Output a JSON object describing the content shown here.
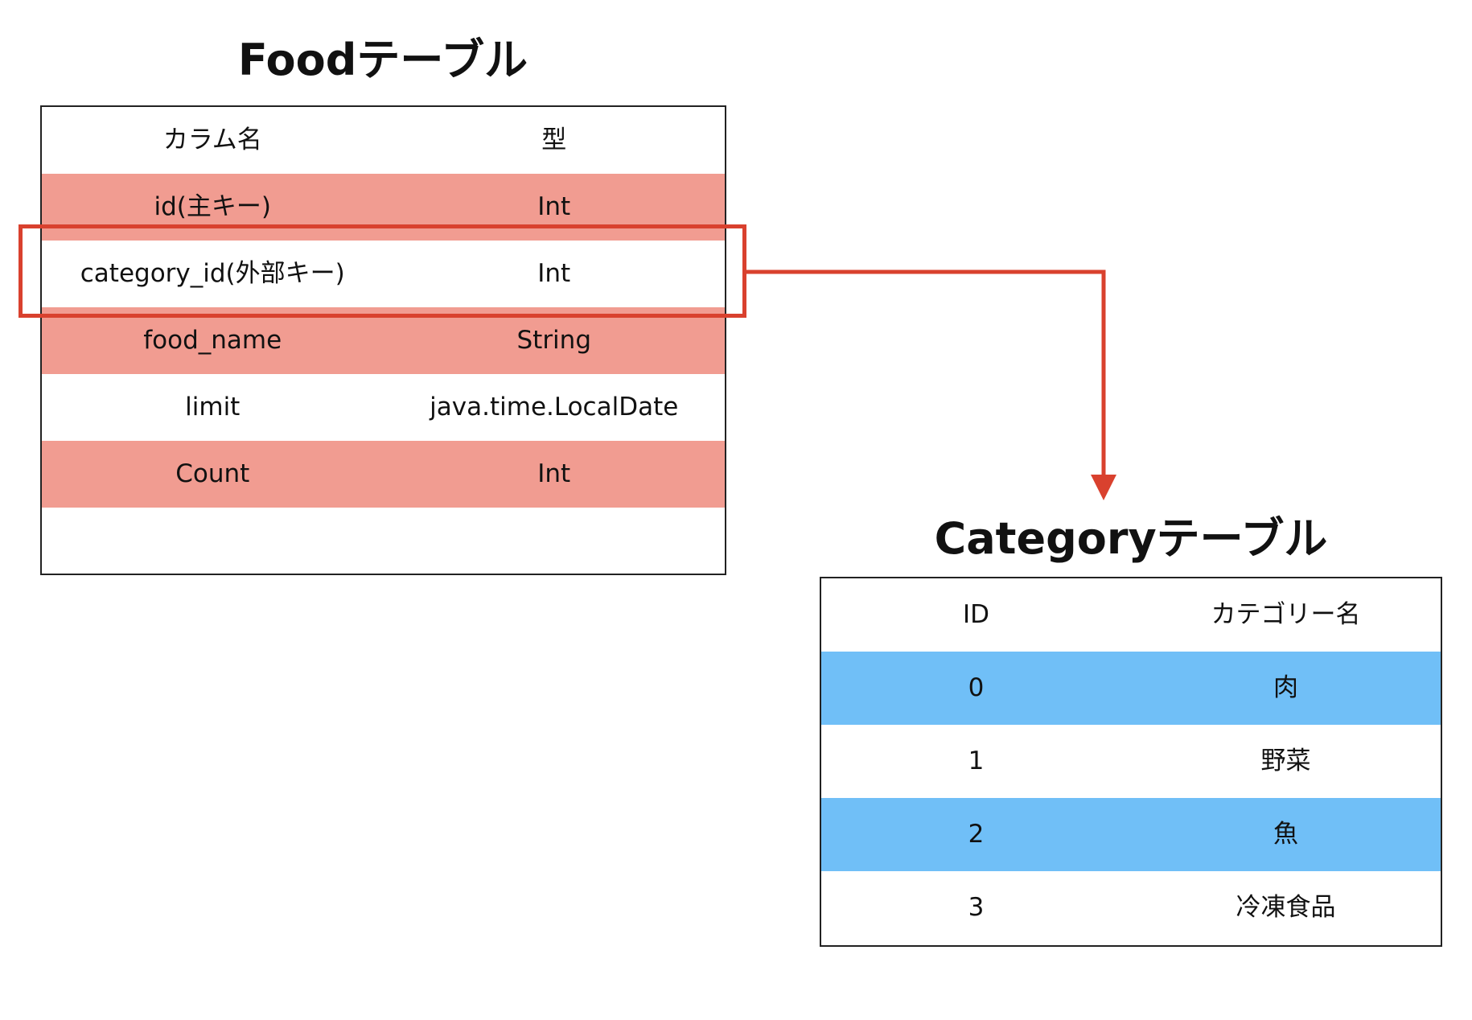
{
  "food_table": {
    "title": "Foodテーブル",
    "header": {
      "column_name": "カラム名",
      "type": "型"
    },
    "rows": [
      {
        "name": "id(主キー)",
        "type": "Int",
        "highlighted_fill": true
      },
      {
        "name": "category_id(外部キー)",
        "type": "Int",
        "highlighted_fill": false
      },
      {
        "name": "food_name",
        "type": "String",
        "highlighted_fill": true
      },
      {
        "name": "limit",
        "type": "java.time.LocalDate",
        "highlighted_fill": false
      },
      {
        "name": "Count",
        "type": "Int",
        "highlighted_fill": true
      }
    ],
    "row_fill_color": "#f19c91"
  },
  "category_table": {
    "title": "Categoryテーブル",
    "header": {
      "id": "ID",
      "category_name": "カテゴリー名"
    },
    "rows": [
      {
        "id": "0",
        "name": "肉",
        "highlighted_fill": true
      },
      {
        "id": "1",
        "name": "野菜",
        "highlighted_fill": false
      },
      {
        "id": "2",
        "name": "魚",
        "highlighted_fill": true
      },
      {
        "id": "3",
        "name": "冷凍食品",
        "highlighted_fill": false
      }
    ],
    "row_fill_color": "#70bff7"
  },
  "relation": {
    "from": "category_id(外部キー)",
    "to": "Categoryテーブル",
    "color": "#d9412e"
  }
}
